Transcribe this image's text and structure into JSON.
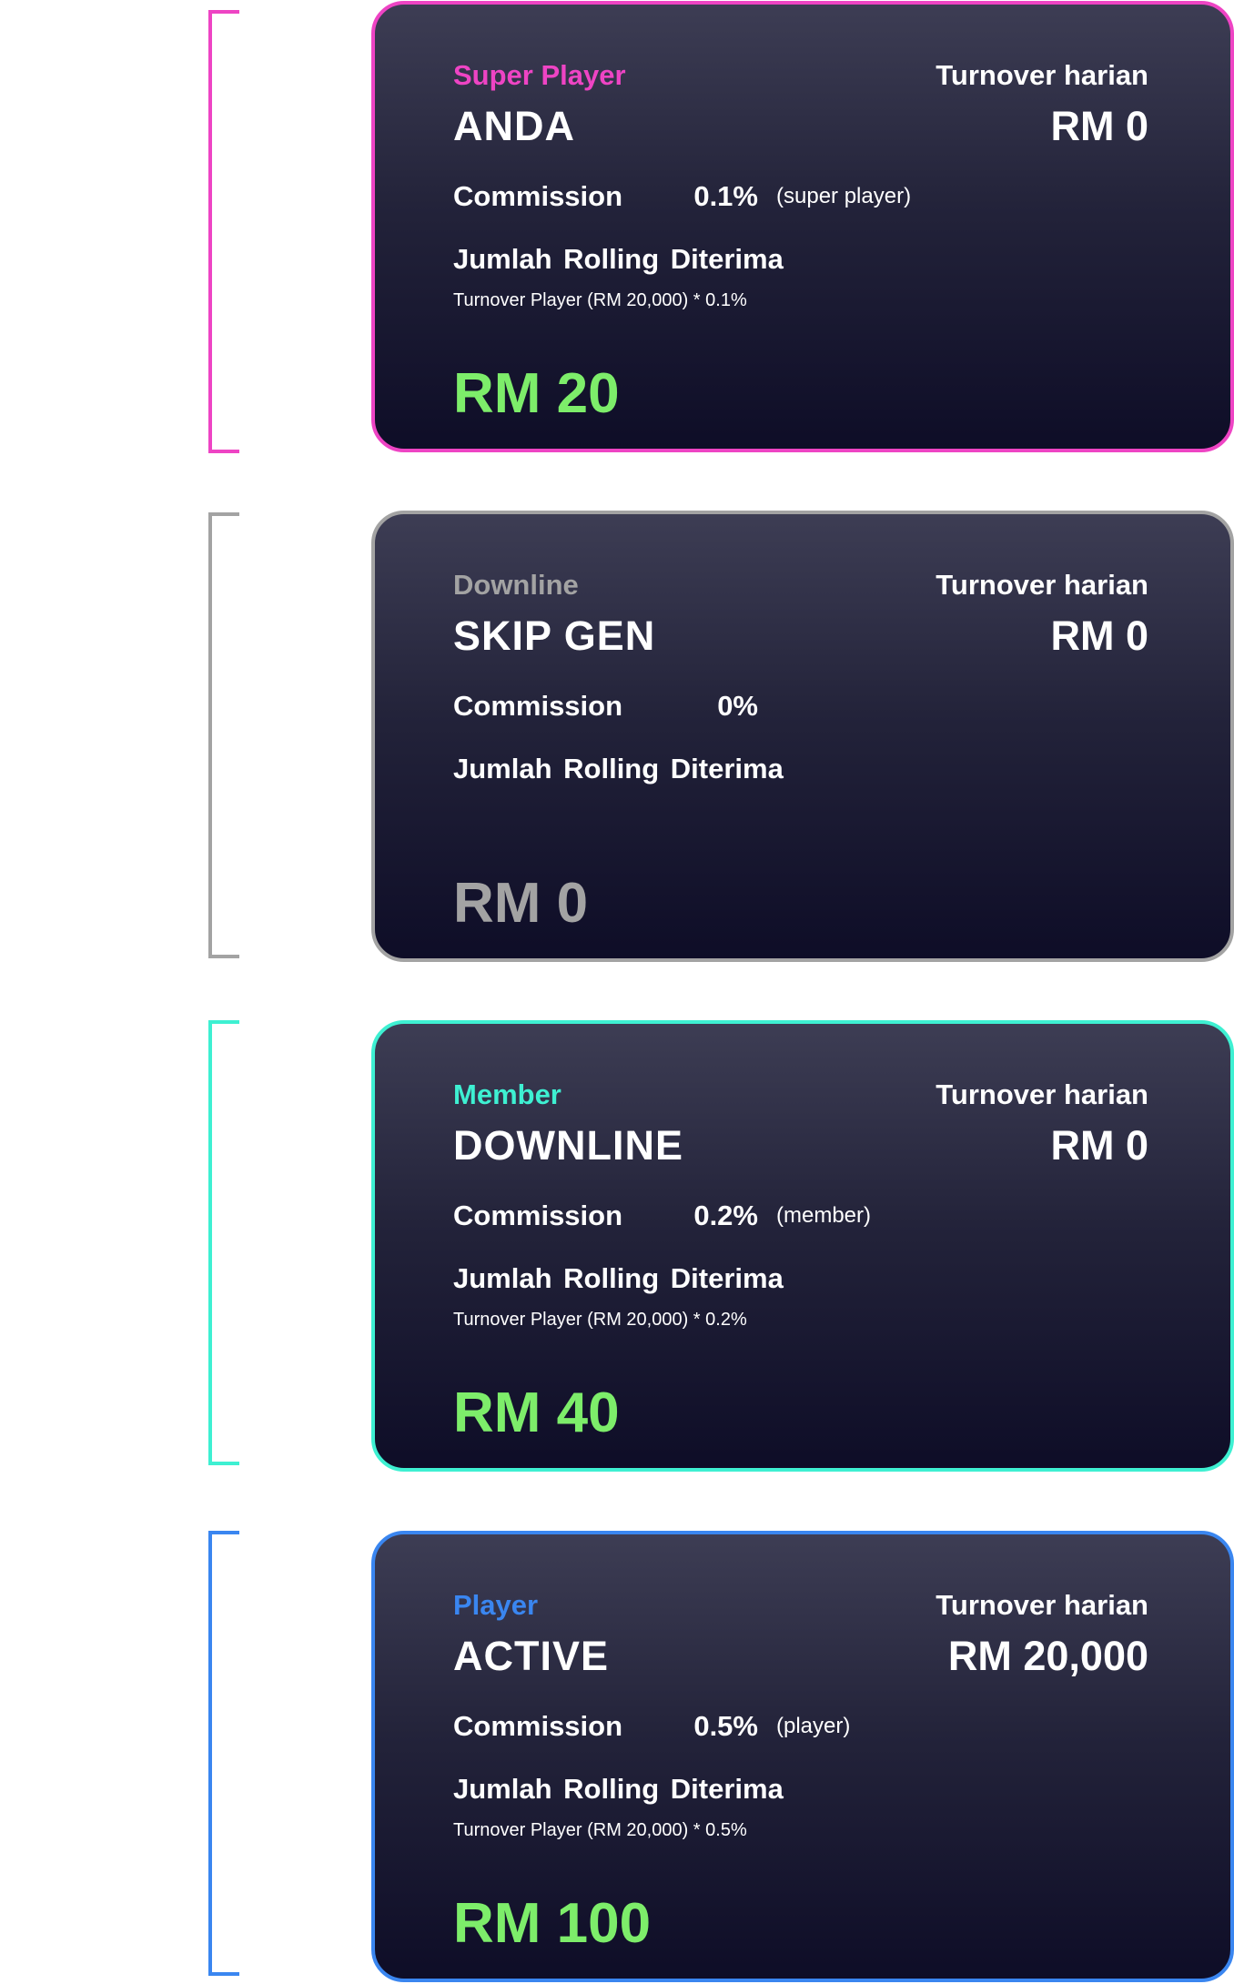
{
  "common": {
    "turnover_label": "Turnover harian",
    "commission_label": "Commission",
    "rolling_label": "Jumlah  Rolling Diterima"
  },
  "colors": {
    "pink": "#ee44c4",
    "gray": "#a3a3a3",
    "cyan": "#3ef0d2",
    "blue": "#3a86f0",
    "green": "#7ded6a"
  },
  "cards": [
    {
      "tier": "Super Player",
      "name": "ANDA",
      "turnover": "RM 0",
      "commission": "0.1%",
      "commission_note": "(super player)",
      "formula": "Turnover Player (RM 20,000) * 0.1%",
      "amount": "RM 20"
    },
    {
      "tier": "Downline",
      "name": "SKIP GEN",
      "turnover": "RM 0",
      "commission": "0%",
      "commission_note": "",
      "formula": "",
      "amount": "RM 0"
    },
    {
      "tier": "Member",
      "name": "DOWNLINE",
      "turnover": "RM 0",
      "commission": "0.2%",
      "commission_note": "(member)",
      "formula": "Turnover Player (RM 20,000) * 0.2%",
      "amount": "RM 40"
    },
    {
      "tier": "Player",
      "name": "ACTIVE",
      "turnover": "RM 20,000",
      "commission": "0.5%",
      "commission_note": "(player)",
      "formula": "Turnover Player (RM 20,000) * 0.5%",
      "amount": "RM 100"
    }
  ]
}
